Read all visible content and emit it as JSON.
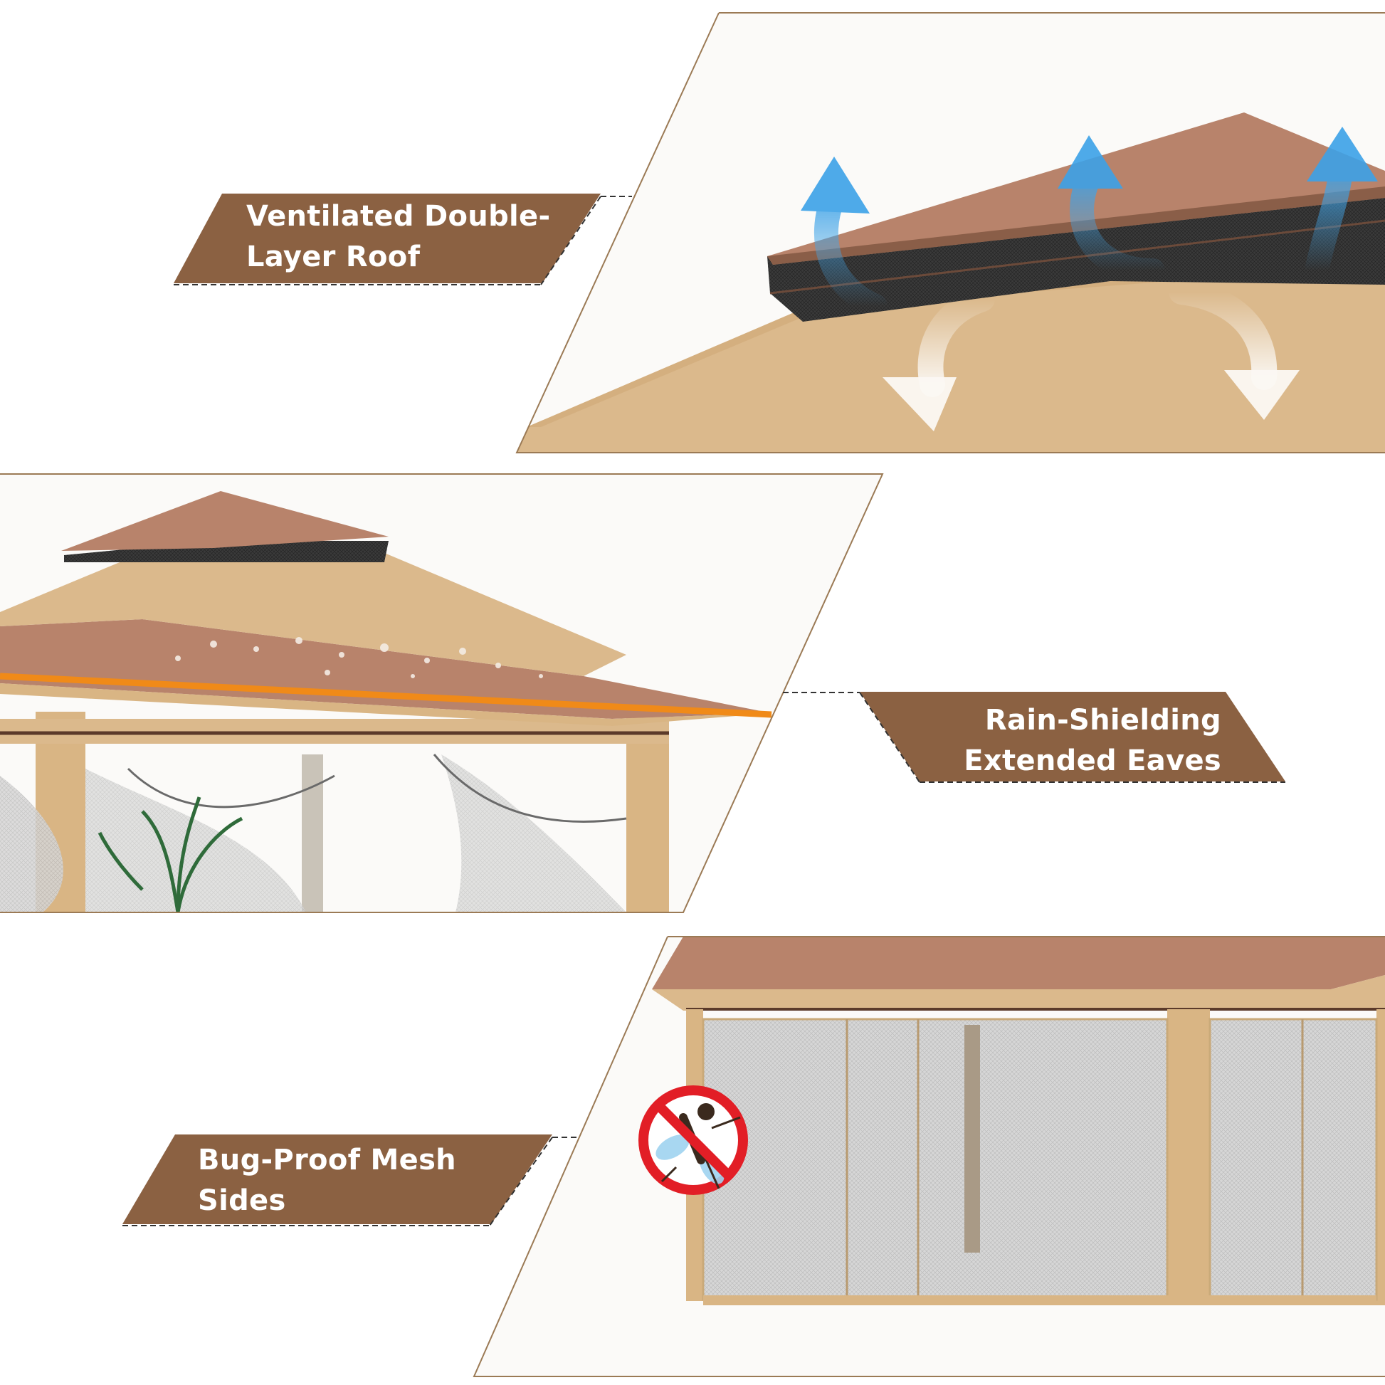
{
  "features": [
    {
      "id": "ventilated-roof",
      "label": "Ventilated Double-Layer Roof",
      "lines": [
        "Ventilated Double-",
        "Layer Roof"
      ]
    },
    {
      "id": "rain-eaves",
      "label": "Rain-Shielding Extended Eaves",
      "lines": [
        "Rain-Shielding",
        "Extended Eaves"
      ]
    },
    {
      "id": "mesh-sides",
      "label": "Bug-Proof Mesh Sides",
      "lines": [
        "Bug-Proof Mesh",
        "Sides"
      ]
    }
  ],
  "colors": {
    "label_bg": "#8B6142",
    "canopy_brown": "#B8836B",
    "canopy_tan": "#DBB98C",
    "frame_tan": "#D9B584",
    "outline": "#9B7A55",
    "air_up": "#4AA8E6",
    "eave_glow": "#F08A18",
    "no_sign": "#E21E26"
  },
  "icons": [
    "airflow-up-arrow-icon",
    "airflow-down-arrow-icon",
    "no-mosquito-icon"
  ]
}
